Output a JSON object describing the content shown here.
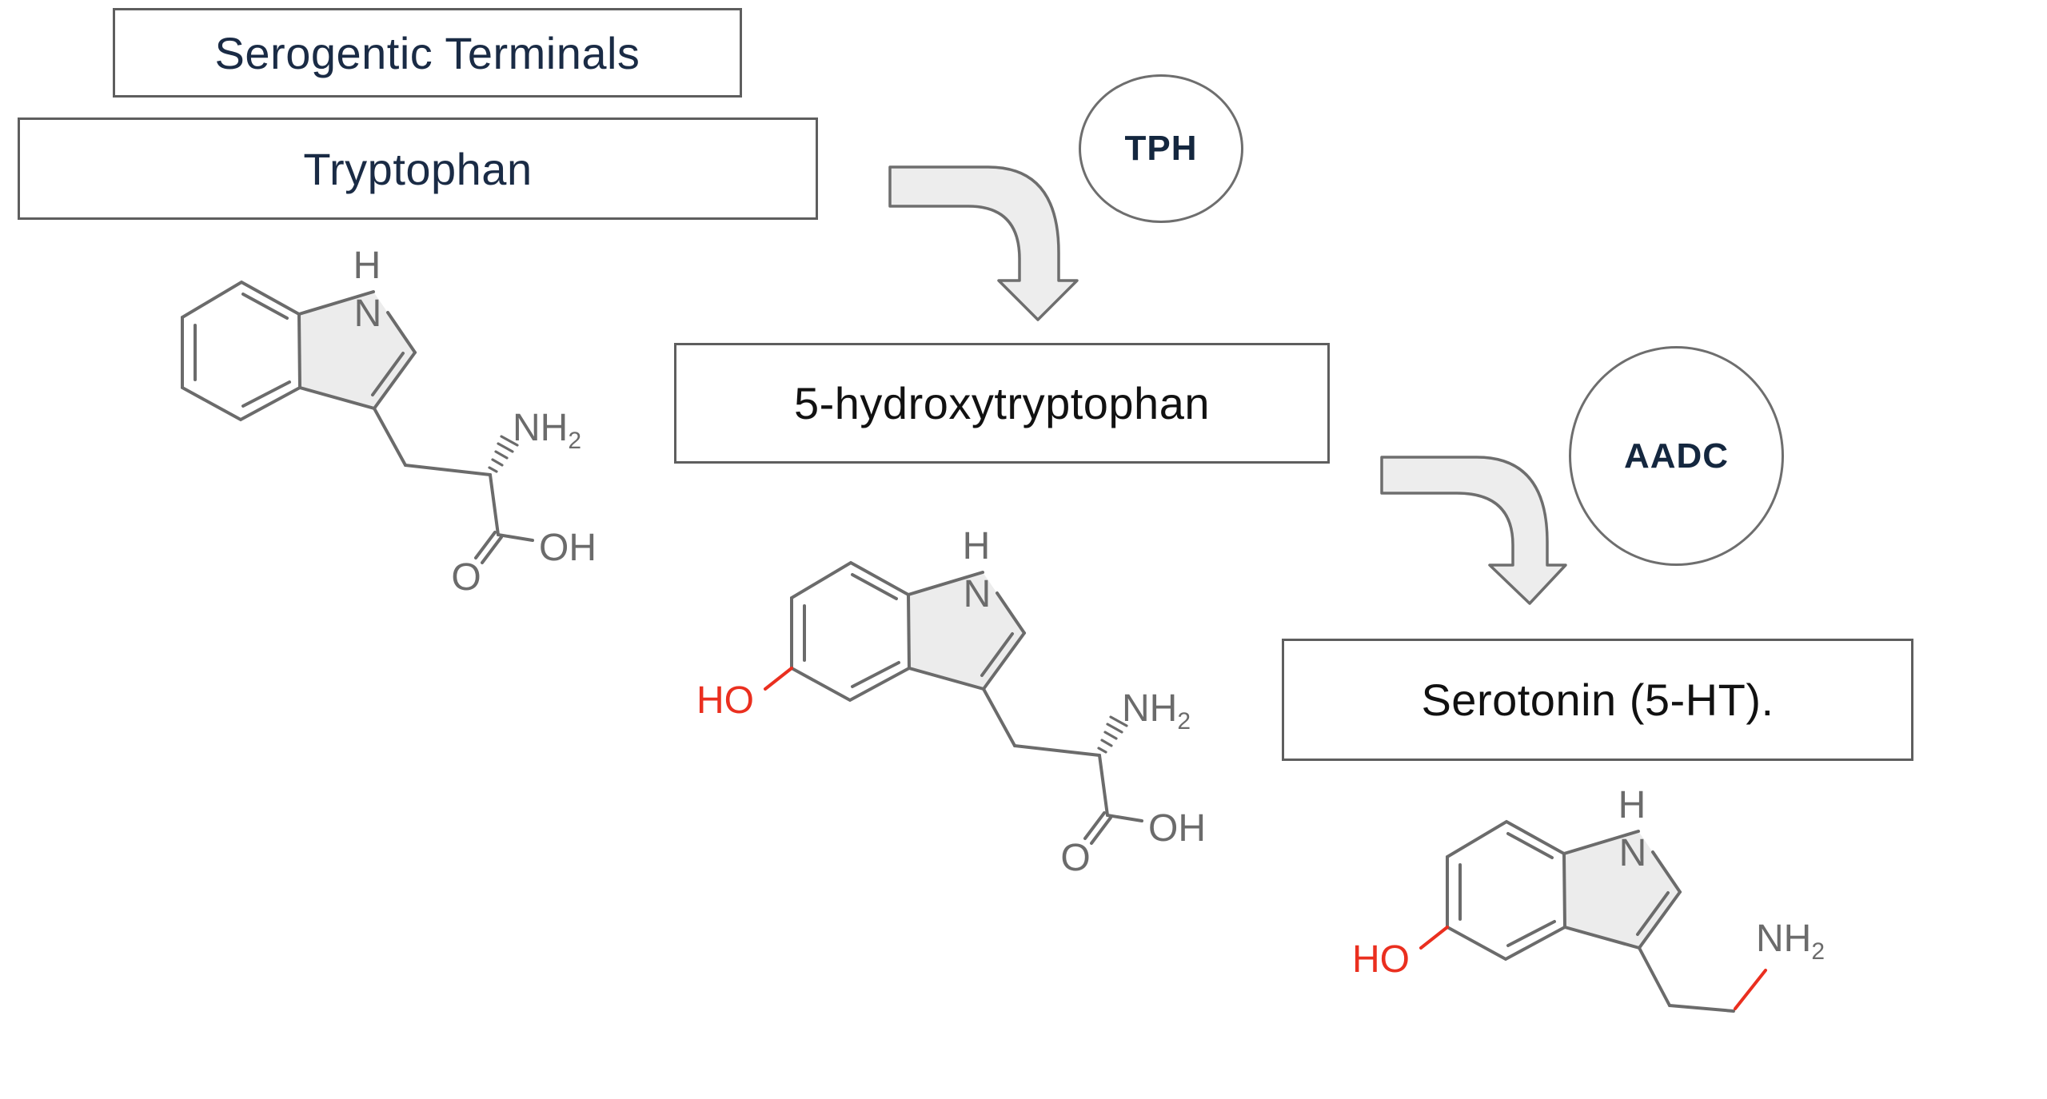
{
  "title": "Serogentic Terminals",
  "pathway": {
    "substrate": "Tryptophan",
    "intermediate": "5-hydroxytryptophan",
    "product": "Serotonin (5-HT)."
  },
  "enzymes": {
    "tph": "TPH",
    "aadc": "AADC"
  },
  "atoms": {
    "h": "H",
    "n": "N",
    "nh": "NH",
    "sub2": "2",
    "ho": "HO",
    "o": "O",
    "oh": "OH"
  },
  "colors": {
    "label_navy": "#1a2b45",
    "enzyme_navy": "#14273f",
    "bond_gray": "#6b6b6b",
    "hydroxyl_red": "#ea2f1f",
    "arrow_fill": "#ededed",
    "outline_gray": "#6e6e6e",
    "ring_fill": "#ececec"
  }
}
